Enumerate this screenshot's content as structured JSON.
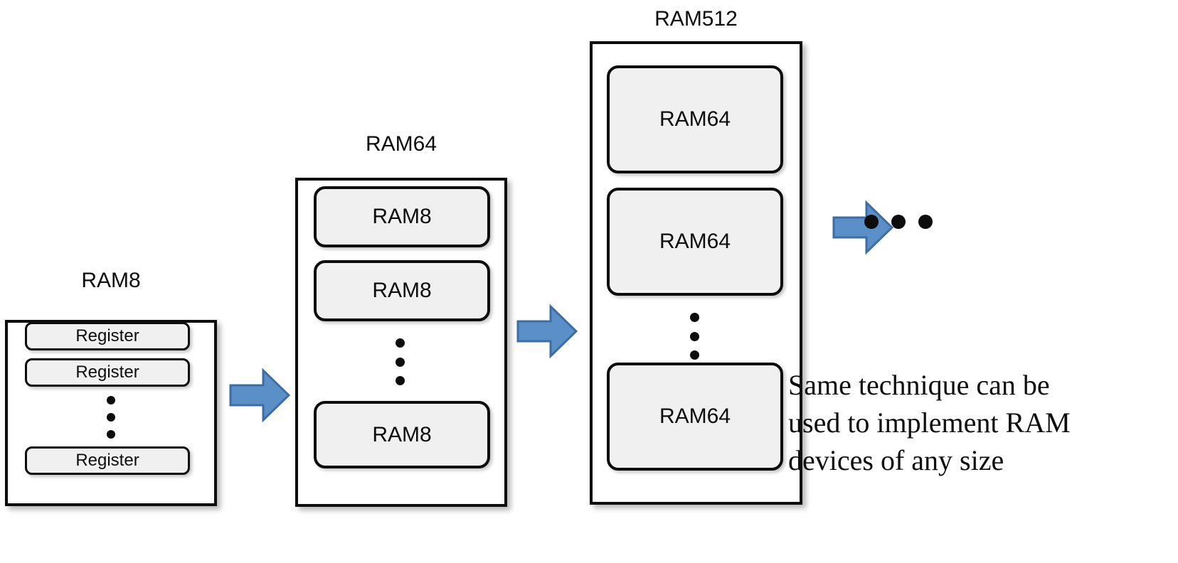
{
  "slide": {
    "background_color": "#ffffff",
    "line_color": "#0d0d0d",
    "cell_fill_color": "#f0f0f0",
    "arrow_fill_color": "#5b8fc7",
    "arrow_stroke_color": "#3c6ea5"
  },
  "stages": [
    {
      "id": "ram8",
      "title": "RAM8",
      "cells": [
        {
          "label": "Register"
        },
        {
          "label": "Register"
        },
        {
          "label": "Register"
        }
      ],
      "ellipsis": "vertical-ellipsis"
    },
    {
      "id": "ram64",
      "title": "RAM64",
      "cells": [
        {
          "label": "RAM8"
        },
        {
          "label": "RAM8"
        },
        {
          "label": "RAM8"
        }
      ],
      "ellipsis": "vertical-ellipsis"
    },
    {
      "id": "ram512",
      "title": "RAM512",
      "cells": [
        {
          "label": "RAM64"
        },
        {
          "label": "RAM64"
        },
        {
          "label": "RAM64"
        }
      ],
      "ellipsis": "vertical-ellipsis"
    }
  ],
  "arrows": [
    {
      "name": "arrow-ram8-to-ram64"
    },
    {
      "name": "arrow-ram64-to-ram512"
    },
    {
      "name": "arrow-ram512-to-more"
    }
  ],
  "trailing_ellipsis": "horizontal-ellipsis",
  "caption": {
    "lines": [
      "Same technique can be",
      "used to implement RAM",
      "devices of any size"
    ]
  }
}
